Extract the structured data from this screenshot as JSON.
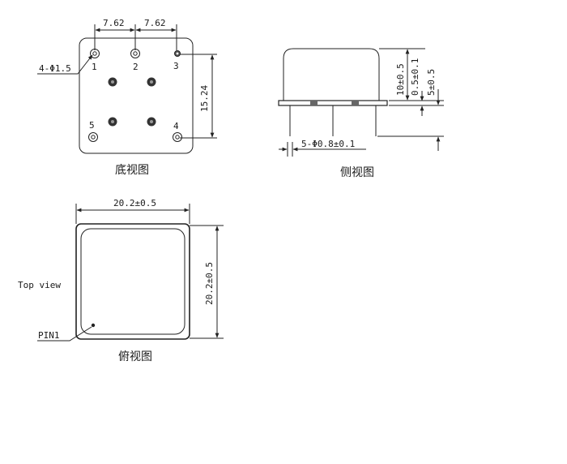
{
  "bottom_view": {
    "caption": "底视图",
    "dim_left": "7.62",
    "dim_right": "7.62",
    "dim_height": "15.24",
    "hole_label": "4-Φ1.5",
    "pins": [
      "1",
      "2",
      "3",
      "4",
      "5"
    ]
  },
  "side_view": {
    "caption": "侧视图",
    "dim_body": "10±0.5",
    "dim_standoff": "0.5±0.1",
    "dim_lead": "5±0.5",
    "dim_pin": "5-Φ0.8±0.1"
  },
  "top_view": {
    "caption": "俯视图",
    "dim_width": "20.2±0.5",
    "dim_height": "20.2±0.5",
    "view_label": "Top view",
    "pin1_label": "PIN1"
  }
}
